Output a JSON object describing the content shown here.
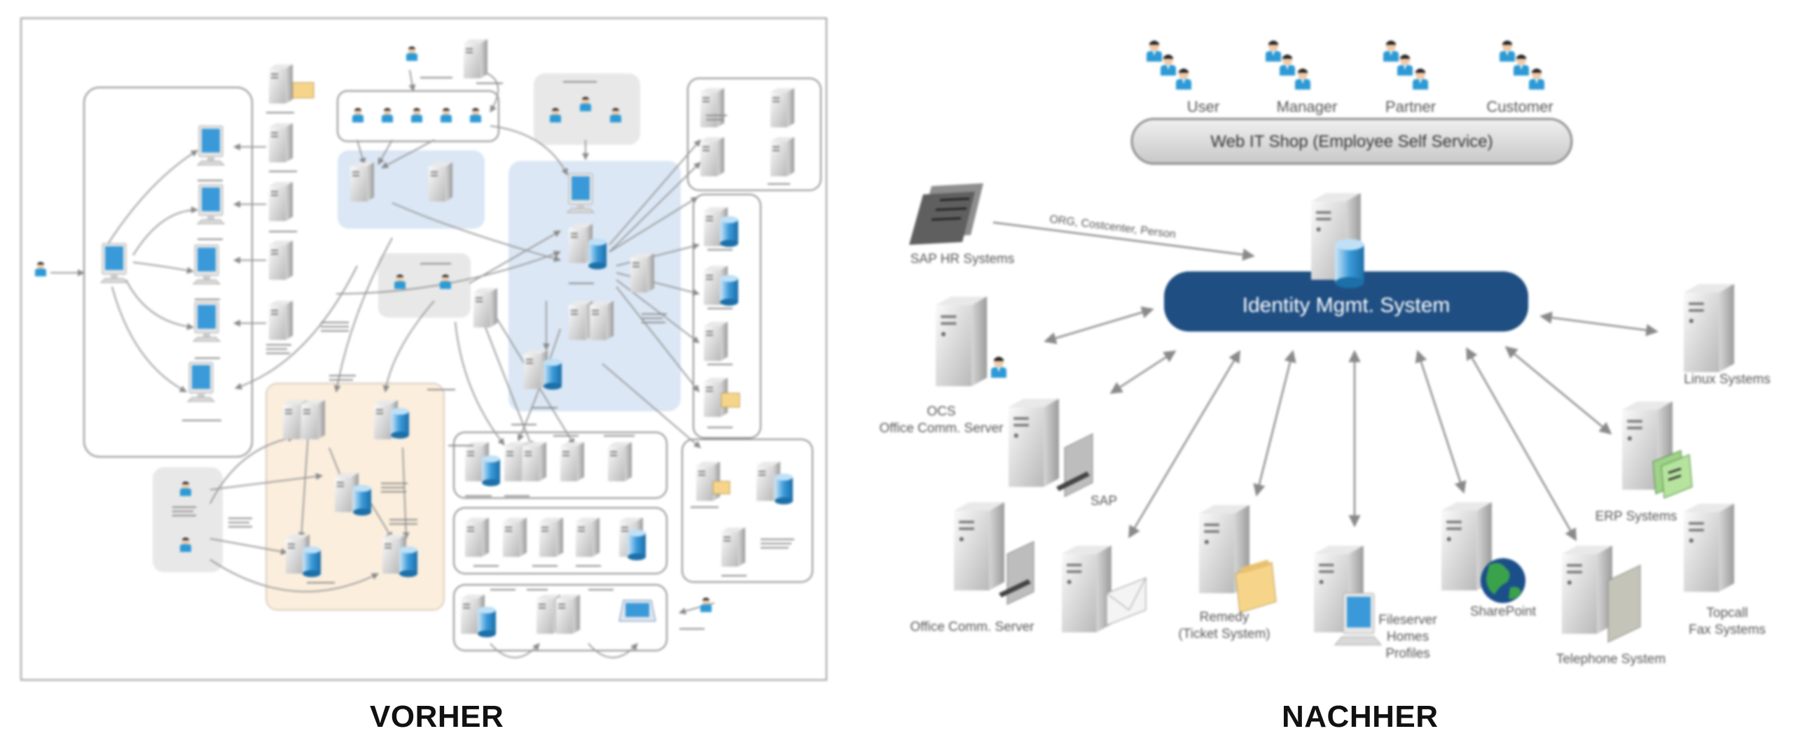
{
  "headings": {
    "before": "VORHER",
    "after": "NACHHER"
  },
  "roles": [
    "User",
    "Manager",
    "Partner",
    "Customer"
  ],
  "shop": "Web IT Shop (Employee Self Service)",
  "idm": "Identity Mgmt. System",
  "hr_flow": "ORG, Costcenter, Person",
  "systems": {
    "sap_hr": "SAP HR Systems",
    "ocs_line1": "OCS",
    "ocs_line2": "Office Comm. Server",
    "sap": "SAP",
    "office_comm": "Office Comm. Server",
    "remedy_line1": "Remedy",
    "remedy_line2": "(Ticket System)",
    "fileserver_line1": "Fileserver",
    "fileserver_line2": "Homes",
    "fileserver_line3": "Profiles",
    "sharepoint": "SharePoint",
    "telephone": "Telephone System",
    "erp": "ERP Systems",
    "linux": "Linux Systems",
    "topcall_line1": "Topcall",
    "topcall_line2": "Fax Systems"
  },
  "colors": {
    "idm_fill": "#1f4e82",
    "arrow": "#8a8a8a",
    "panel_blue": "#dbe7f5",
    "panel_peach": "#fbeedd",
    "panel_grey": "#e8e8e8",
    "person_shirt": "#2d9ad6",
    "db_blue": "#3a9ad9"
  }
}
